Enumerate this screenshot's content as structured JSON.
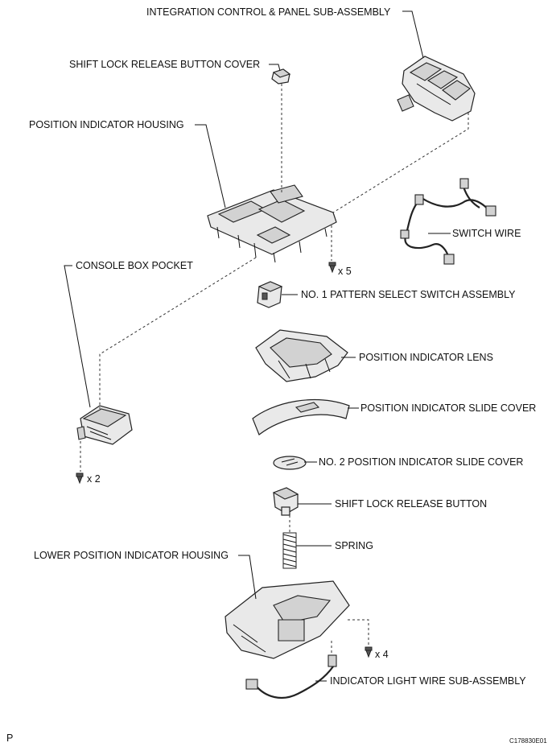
{
  "labels": {
    "integration_control": "INTEGRATION CONTROL & PANEL SUB-ASSEMBLY",
    "shift_lock_cover": "SHIFT LOCK RELEASE BUTTON COVER",
    "position_indicator_housing": "POSITION INDICATOR HOUSING",
    "switch_wire": "SWITCH WIRE",
    "screw_x5": "x 5",
    "console_box_pocket": "CONSOLE BOX POCKET",
    "pattern_select_switch": "NO. 1 PATTERN SELECT SWITCH ASSEMBLY",
    "position_indicator_lens": "POSITION INDICATOR LENS",
    "slide_cover": "POSITION INDICATOR SLIDE COVER",
    "screw_x2": "x 2",
    "slide_cover_no2": "NO. 2 POSITION INDICATOR SLIDE COVER",
    "shift_lock_button": "SHIFT LOCK RELEASE BUTTON",
    "spring": "SPRING",
    "lower_housing": "LOWER POSITION INDICATOR HOUSING",
    "screw_x4": "x 4",
    "indicator_light_wire": "INDICATOR LIGHT WIRE SUB-ASSEMBLY",
    "page_marker": "P",
    "figure_code": "C178830E01"
  }
}
